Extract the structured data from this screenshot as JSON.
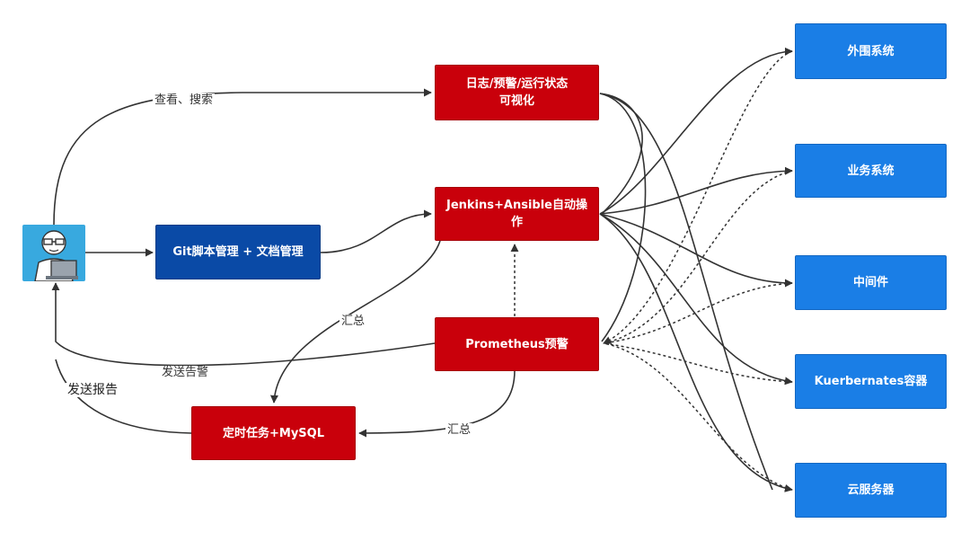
{
  "nodes": {
    "visualization": "日志/预警/运行状态\n可视化",
    "jenkins": "Jenkins+Ansible自动操\n作",
    "git": "Git脚本管理 + 文档管理",
    "prometheus": "Prometheus预警",
    "cron": "定时任务+MySQL",
    "peripheral": "外围系统",
    "business": "业务系统",
    "middleware": "中间件",
    "kubernetes": "Kuerbernates容器",
    "cloud": "云服务器"
  },
  "edge_labels": {
    "view_search": "查看、搜索",
    "summary_upper": "汇总",
    "send_alert": "发送告警",
    "send_report": "发送报告",
    "summary_lower": "汇总"
  },
  "colors": {
    "red": "#c9000b",
    "navy": "#0a4aa6",
    "blue": "#1a7ee6",
    "avatar_bg": "#38a9df",
    "edge": "#333333"
  },
  "icons": {
    "user": "person-with-laptop-icon"
  }
}
